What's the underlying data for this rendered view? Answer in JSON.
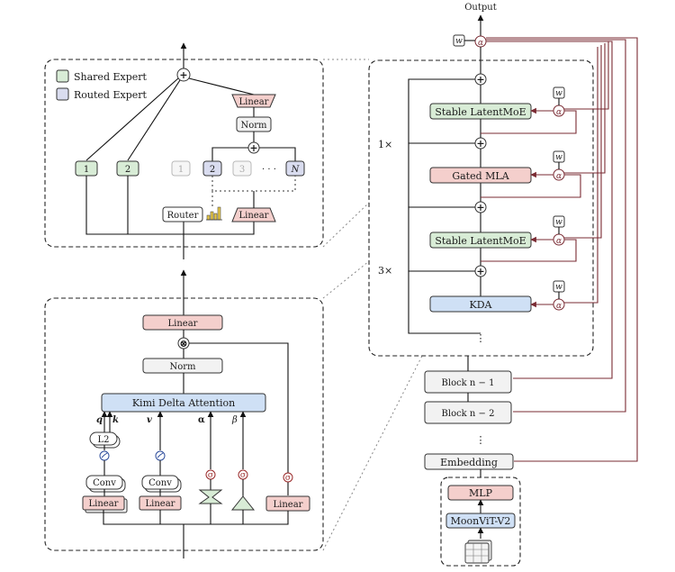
{
  "output_label": "Output",
  "moe": {
    "legend_shared": "Shared Expert",
    "legend_routed": "Routed Expert",
    "legend_shared_color": "#d8ecd6",
    "legend_routed_color": "#d9dcef",
    "linear_top": "Linear",
    "norm": "Norm",
    "experts_shared": [
      "1",
      "2"
    ],
    "experts_routed": [
      "1",
      "2",
      "3",
      "N"
    ],
    "ellipsis": "· · ·",
    "router": "Router",
    "linear_bottom": "Linear"
  },
  "attn": {
    "linear_top": "Linear",
    "norm": "Norm",
    "kda": "Kimi Delta Attention",
    "q": "q",
    "k": "k",
    "v": "v",
    "alpha": "α",
    "beta": "β",
    "l2": "L2",
    "conv1": "Conv",
    "conv2": "Conv",
    "linear1": "Linear",
    "linear2": "Linear",
    "linear3": "Linear",
    "sigma": "σ"
  },
  "stack": {
    "rep_1": "1×",
    "rep_3": "3×",
    "layers": [
      "Stable LatentMoE",
      "Gated MLA",
      "Stable LatentMoE",
      "KDA"
    ],
    "alpha": "α",
    "w": "w",
    "vdots": "⋮",
    "block_n1": "Block n − 1",
    "block_n2": "Block n − 2",
    "embedding": "Embedding",
    "mlp": "MLP",
    "vit": "MoonViT-V2"
  },
  "colors": {
    "green": "#d8ecd6",
    "pink": "#f4cfcc",
    "blue": "#cfe0f5",
    "gray": "#f2f2f2",
    "residual": "#7a2b33"
  }
}
